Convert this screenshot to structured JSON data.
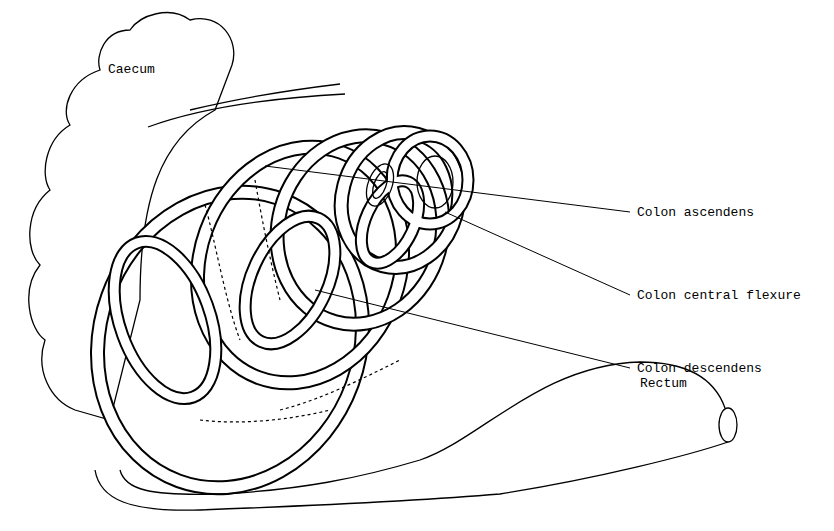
{
  "diagram": {
    "labels": [
      "Caecum",
      "Colon ascendens",
      "Colon central flexure",
      "Colon descendens",
      "Rectum"
    ]
  }
}
